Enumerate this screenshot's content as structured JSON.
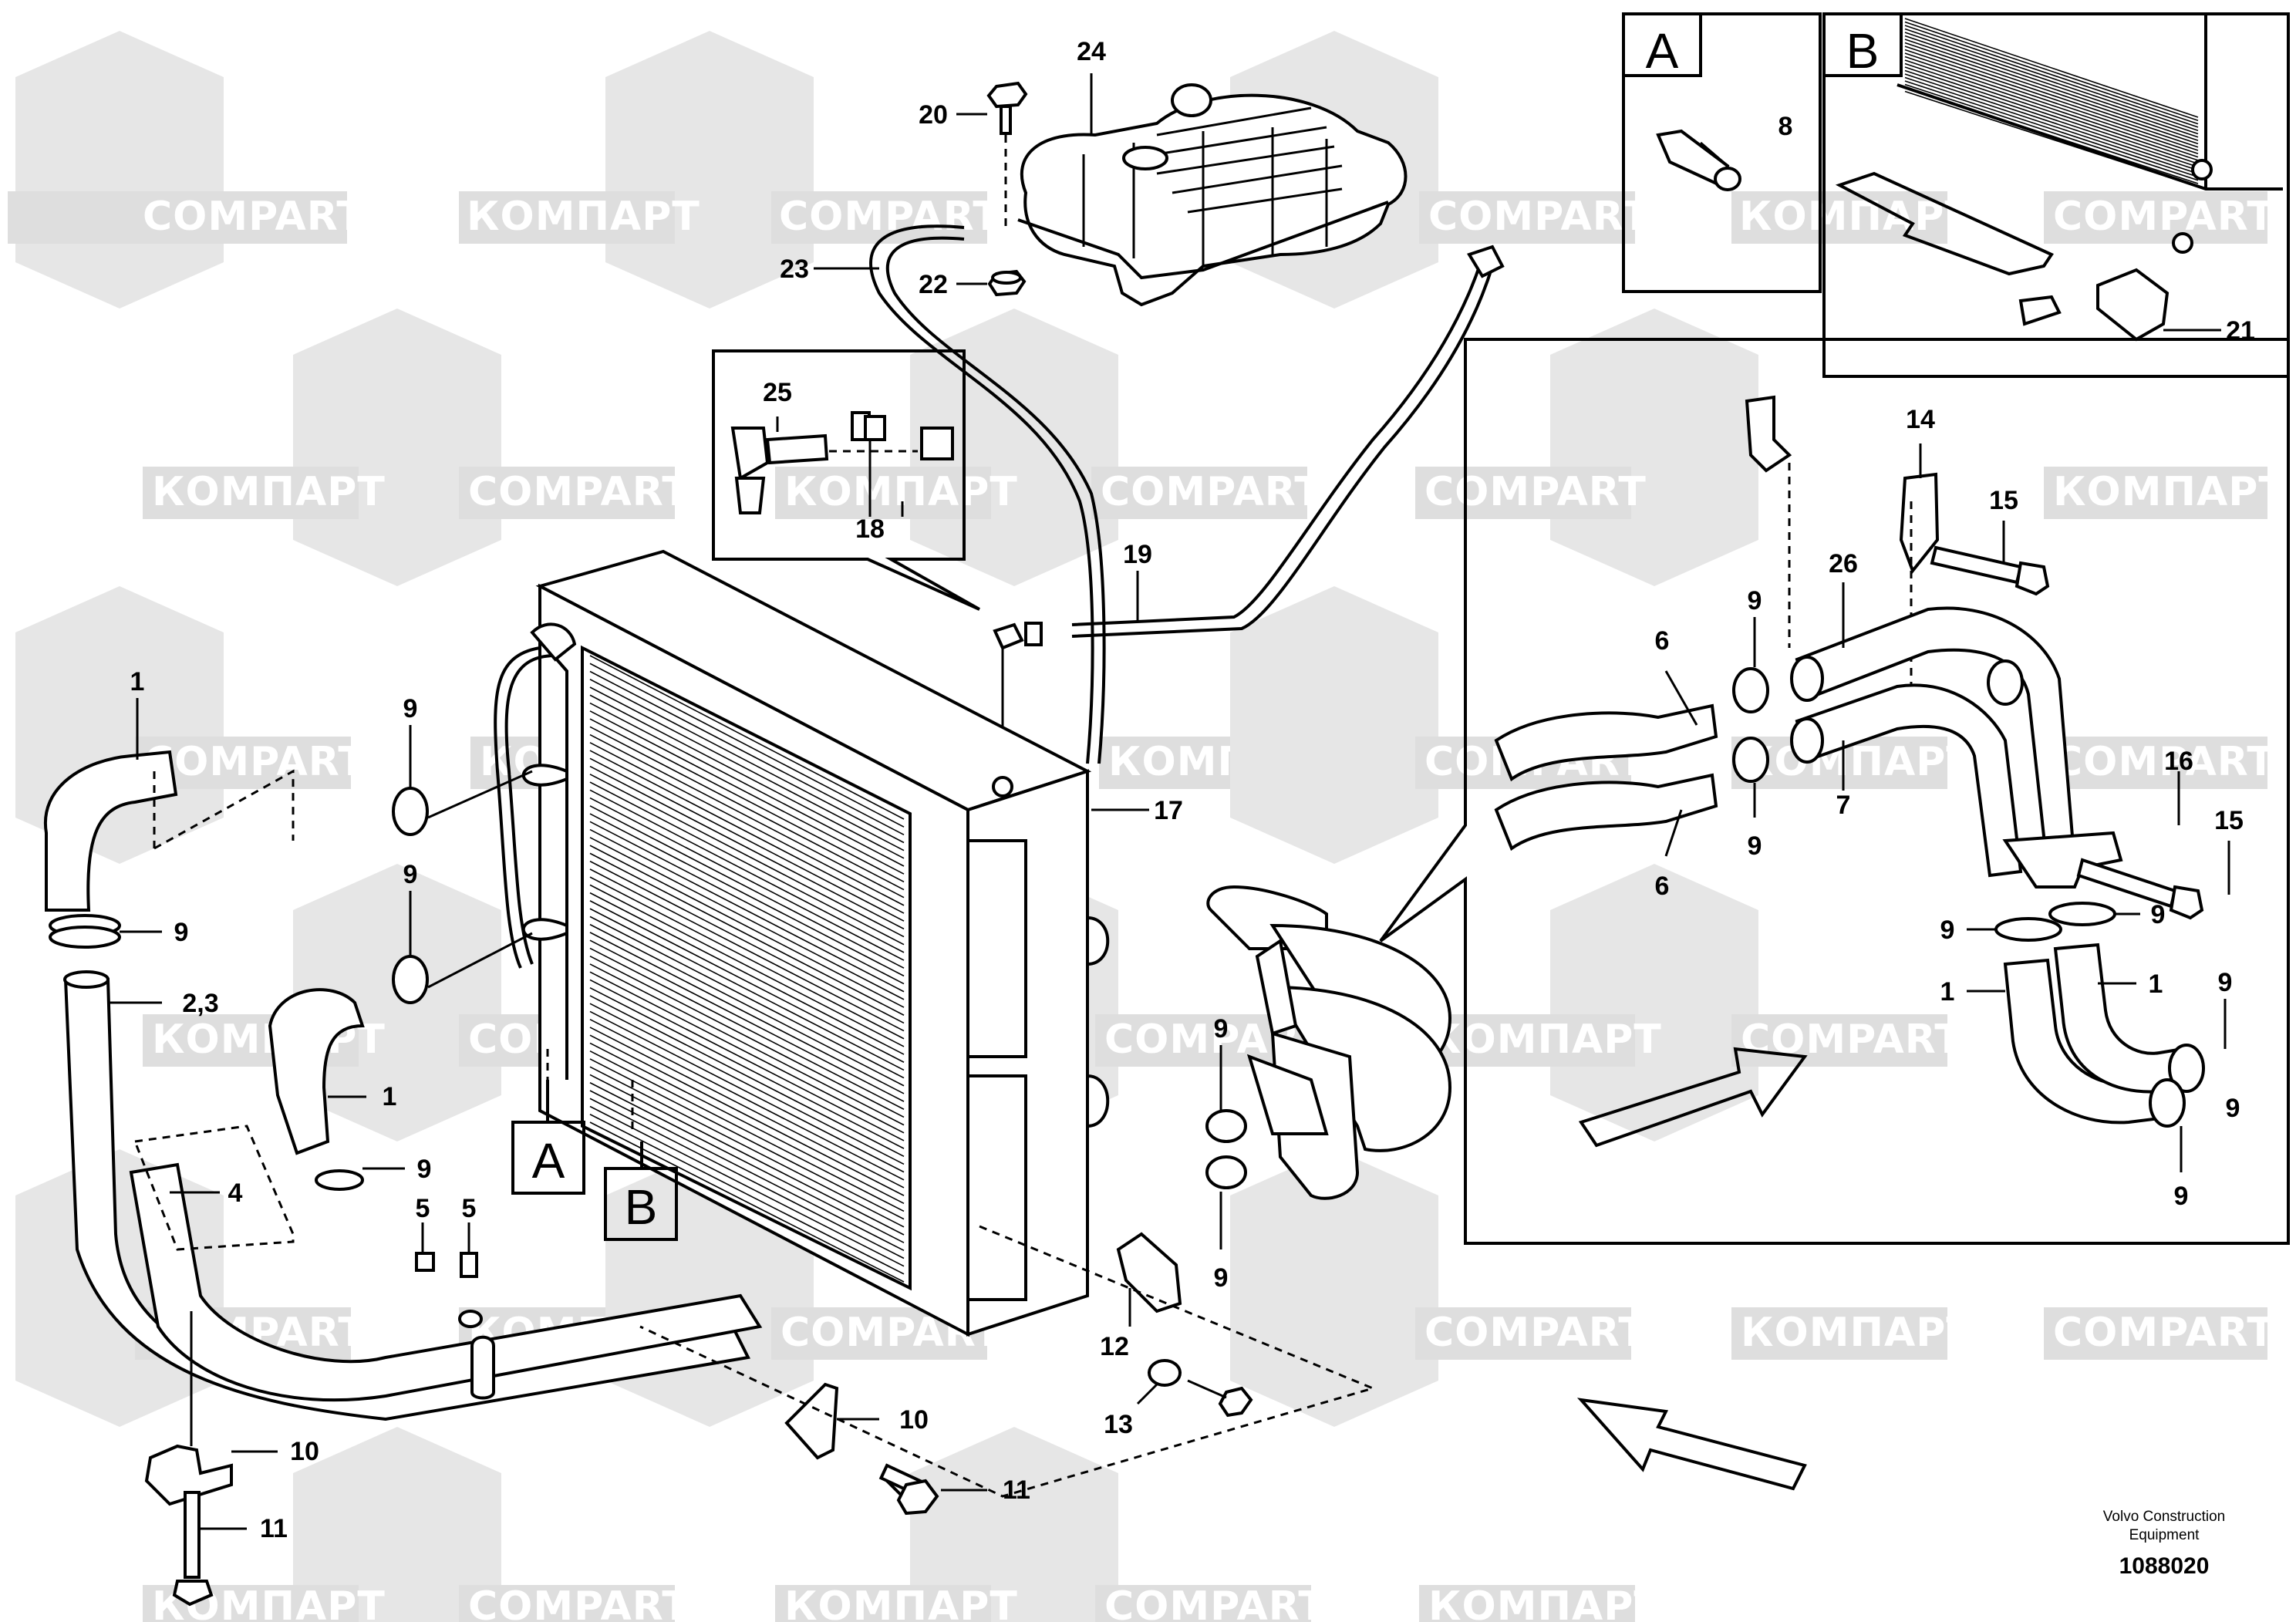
{
  "watermark": {
    "text_cyrillic": "КОМПАРТ",
    "text_latin": "COMPART"
  },
  "detail_boxes": {
    "a": "A",
    "b": "B"
  },
  "view_markers": {
    "a": "A",
    "b": "B"
  },
  "callouts": {
    "c1_left": "1",
    "c1_mid": "1",
    "c1_inset_left": "1",
    "c1_inset_right": "1",
    "c2_3": "2,3",
    "c4": "4",
    "c5_left": "5",
    "c5_right": "5",
    "c6_top": "6",
    "c6_bottom": "6",
    "c7": "7",
    "c8": "8",
    "c9_a": "9",
    "c9_b": "9",
    "c9_c": "9",
    "c9_d": "9",
    "c9_e": "9",
    "c9_f": "9",
    "c9_g": "9",
    "c9_h": "9",
    "c9_i": "9",
    "c9_j": "9",
    "c9_k": "9",
    "c9_l": "9",
    "c9_m": "9",
    "c10_left": "10",
    "c10_right": "10",
    "c11_left": "11",
    "c11_right": "11",
    "c12": "12",
    "c13": "13",
    "c14": "14",
    "c15_top": "15",
    "c15_bottom": "15",
    "c16": "16",
    "c17": "17",
    "c18": "18",
    "c19": "19",
    "c20": "20",
    "c21": "21",
    "c22": "22",
    "c23": "23",
    "c24": "24",
    "c25": "25",
    "c26": "26"
  },
  "footer": {
    "company_line1": "Volvo Construction",
    "company_line2": "Equipment",
    "drawing_id": "1088020"
  }
}
